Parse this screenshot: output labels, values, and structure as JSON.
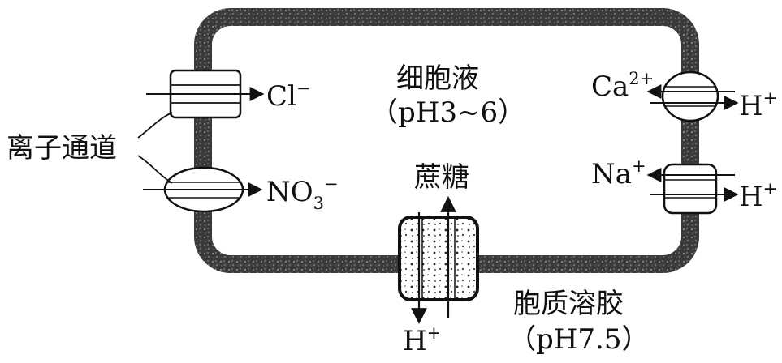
{
  "title": "",
  "vacuole": {
    "name": "细胞液",
    "ph": "（pH3~6）"
  },
  "cytosol": {
    "name": "胞质溶胶",
    "ph": "（pH7.5）"
  },
  "ion_channels_label": "离子通道",
  "sucrose_label": "蔗糖",
  "ions": {
    "cl": {
      "base": "Cl",
      "sup": "−"
    },
    "no3": {
      "base": "NO",
      "sub": "3",
      "sup": "−"
    },
    "ca": {
      "base": "Ca",
      "sup": "2+"
    },
    "h_top": {
      "base": "H",
      "sup": "+"
    },
    "na": {
      "base": "Na",
      "sup": "+"
    },
    "h_mid": {
      "base": "H",
      "sup": "+"
    },
    "h_bottom": {
      "base": "H",
      "sup": "+"
    }
  },
  "colors": {
    "membrane": "#3a3a3a",
    "stroke": "#111111",
    "background": "#ffffff"
  }
}
